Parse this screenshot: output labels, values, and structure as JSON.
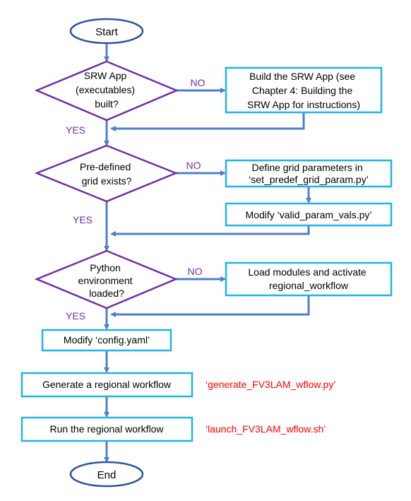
{
  "colors": {
    "arrow": "#4f7fca",
    "terminal_border": "#2f5597",
    "decision_border": "#7030a0",
    "process_border": "#1fb4e6",
    "label": "#7030a0",
    "script_note": "#ff0000",
    "text": "#000000"
  },
  "start": "Start",
  "end": "End",
  "decisions": [
    {
      "lines": [
        "SRW App",
        "(executables)",
        "built?"
      ],
      "no": "NO",
      "yes": "YES"
    },
    {
      "lines": [
        "Pre-defined",
        "grid exists?"
      ],
      "no": "NO",
      "yes": "YES"
    },
    {
      "lines": [
        "Python",
        "environment",
        "loaded?"
      ],
      "no": "NO",
      "yes": "YES"
    }
  ],
  "side_steps": {
    "build_app": [
      "Build the SRW App (see",
      "Chapter 4: Building the",
      "SRW App for instructions)"
    ],
    "define_grid": [
      "Define grid parameters in",
      "‘set_predef_grid_param.py’"
    ],
    "modify_valid": [
      "Modify ‘valid_param_vals.py’"
    ],
    "load_modules": [
      "Load modules and activate",
      "regional_workflow"
    ]
  },
  "main_steps": {
    "modify_config": "Modify ‘config.yaml’",
    "generate": "Generate a regional workflow",
    "run": "Run the regional workflow"
  },
  "notes": {
    "generate": "‘generate_FV3LAM_wflow.py’",
    "run": "‘launch_FV3LAM_wflow.sh’"
  }
}
